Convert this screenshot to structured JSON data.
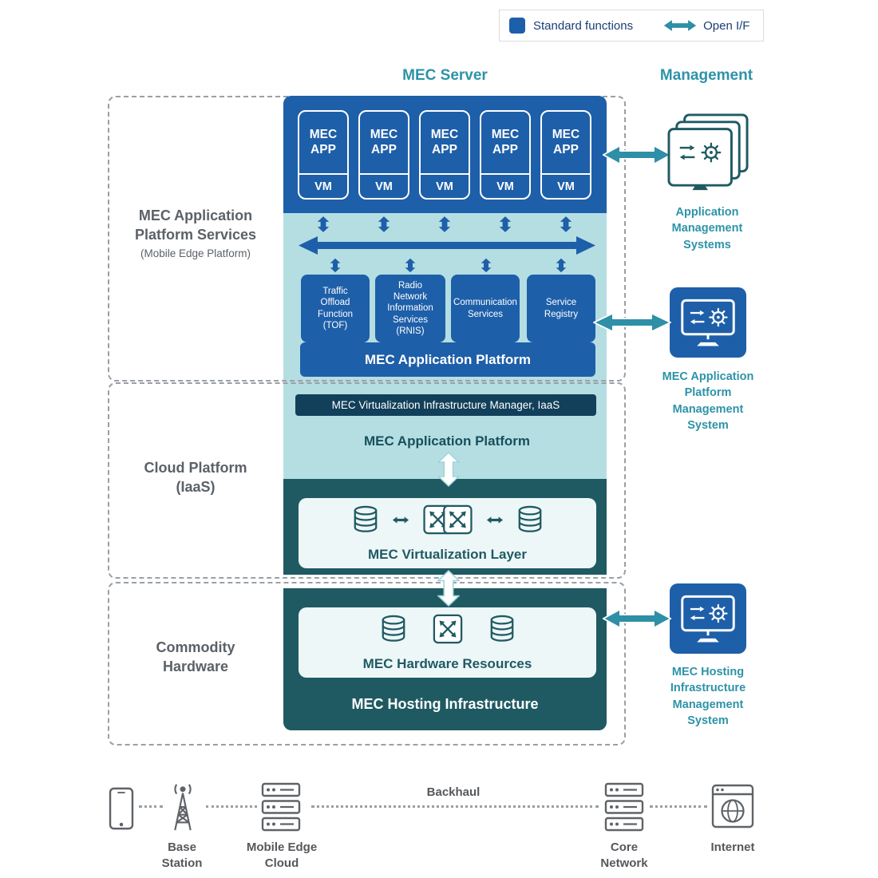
{
  "colors": {
    "primary_blue": "#1e5fa9",
    "light_teal": "#b5dee3",
    "dark_teal": "#1f5a63",
    "navy_bar": "#123f5a",
    "accent_teal": "#2e8fa6",
    "heading_teal": "#2d93a8",
    "gray_text": "#55585c",
    "legend_text": "#1b3e75"
  },
  "legend": {
    "standard_functions": "Standard functions",
    "open_if": "Open I/F"
  },
  "headings": {
    "mec_server": "MEC Server",
    "management": "Management"
  },
  "sections": {
    "platform_services": {
      "label": "MEC Application\nPlatform Services",
      "sublabel": "(Mobile Edge Platform)"
    },
    "cloud_platform": {
      "label": "Cloud Platform\n(IaaS)"
    },
    "commodity_hardware": {
      "label": "Commodity\nHardware"
    }
  },
  "stack": {
    "apps": [
      {
        "label": "MEC\nAPP",
        "vm": "VM"
      },
      {
        "label": "MEC\nAPP",
        "vm": "VM"
      },
      {
        "label": "MEC\nAPP",
        "vm": "VM"
      },
      {
        "label": "MEC\nAPP",
        "vm": "VM"
      },
      {
        "label": "MEC\nAPP",
        "vm": "VM"
      }
    ],
    "services": [
      {
        "label": "Traffic\nOffload\nFunction\n(TOF)"
      },
      {
        "label": "Radio\nNetwork\nInformation\nServices\n(RNIS)"
      },
      {
        "label": "Communication\nServices"
      },
      {
        "label": "Service\nRegistry"
      }
    ],
    "app_platform_bar": "MEC Application Platform",
    "vim_bar": "MEC Virtualization Infrastructure Manager, IaaS",
    "app_platform_label": "MEC Application Platform",
    "virtualization_layer_label": "MEC Virtualization Layer",
    "hardware_resources_label": "MEC Hardware Resources",
    "hosting_infrastructure_label": "MEC Hosting Infrastructure"
  },
  "management": {
    "items": [
      {
        "label": "Application\nManagement\nSystems"
      },
      {
        "label": "MEC Application\nPlatform\nManagement\nSystem"
      },
      {
        "label": "MEC Hosting\nInfrastructure\nManagement\nSystem"
      }
    ]
  },
  "bottom": {
    "backhaul_label": "Backhaul",
    "base_station_label": "Base\nStation",
    "mobile_edge_cloud_label": "Mobile Edge\nCloud",
    "core_network_label": "Core\nNetwork",
    "internet_label": "Internet"
  },
  "icons": {
    "legend_swatch": "blue-rounded-square",
    "open_if": "double-headed-arrow",
    "management_system": "monitor-with-gear",
    "database": "cylinder-stack",
    "switch": "crossed-arrows-box",
    "base_station": "antenna-tower",
    "server": "server-rack",
    "internet": "globe-browser",
    "device": "smartphone"
  }
}
